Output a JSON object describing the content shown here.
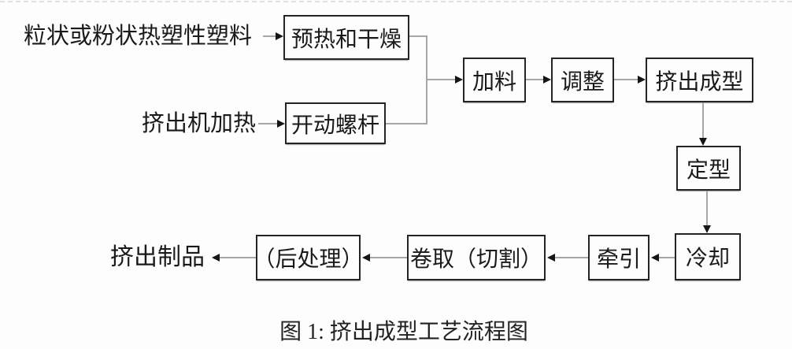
{
  "diagram": {
    "caption": "图 1: 挤出成型工艺流程图",
    "source_labels": {
      "material": "粒状或粉状热塑性塑料",
      "heating": "挤出机加热"
    },
    "product_label": "挤出制品",
    "nodes": {
      "preheat_dry": "预热和干燥",
      "start_screw": "开动螺杆",
      "feed": "加料",
      "adjust": "调整",
      "extrude": "挤出成型",
      "set_shape": "定型",
      "cool": "冷却",
      "pull": "牵引",
      "wind_cut": "卷取（切割）",
      "post_process": "（后处理）"
    },
    "colors": {
      "box_border": "#242424",
      "connector_line": "#a6a6a6",
      "arrowhead": "#151515",
      "text": "#1a1a1a",
      "background": "#fdfdfe",
      "dashed_border": "#dfdfe4"
    }
  }
}
